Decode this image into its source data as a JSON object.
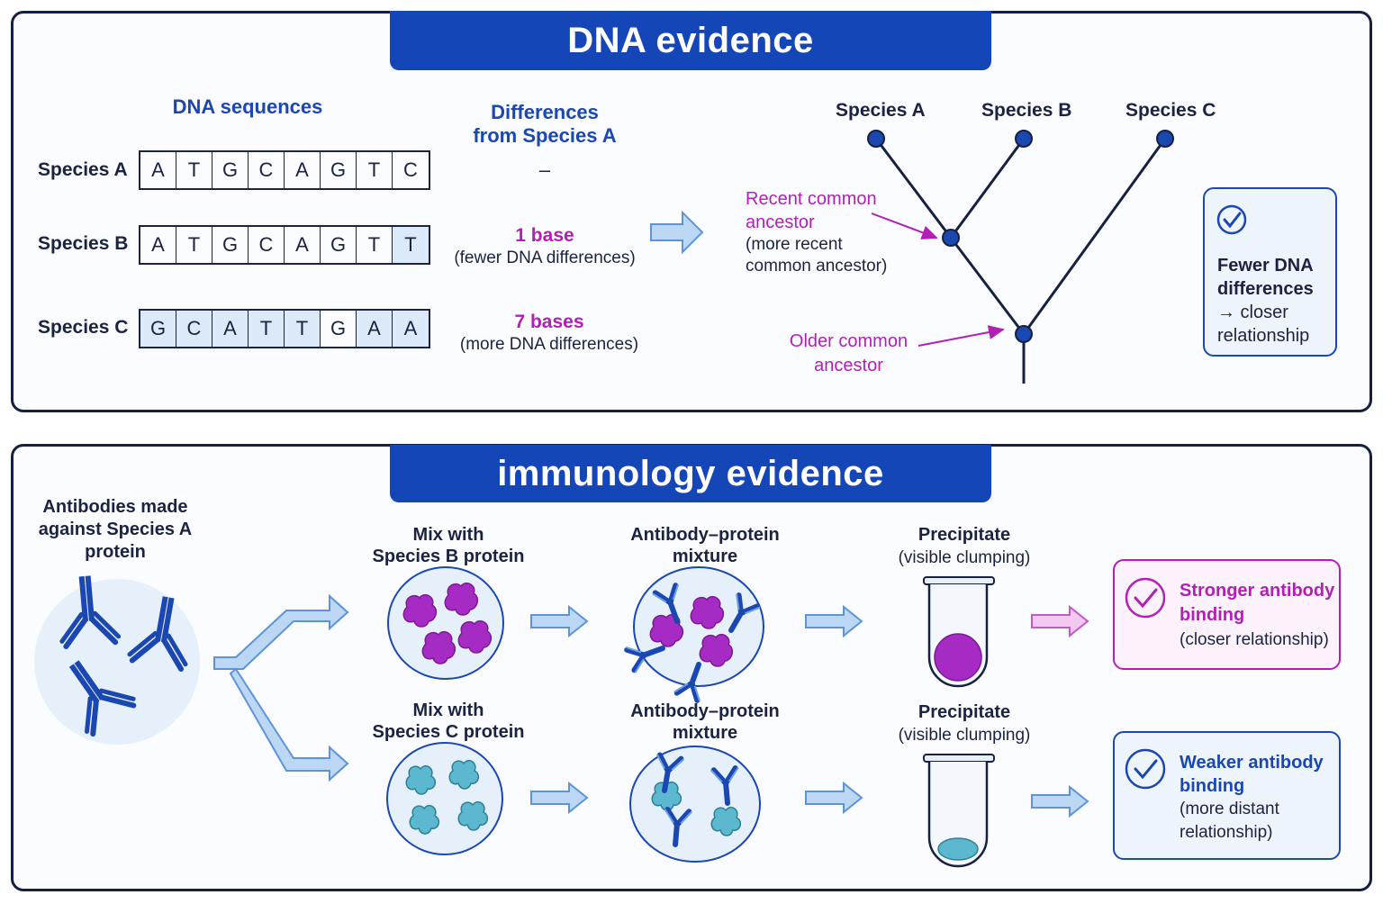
{
  "dna": {
    "title": "DNA evidence",
    "sequences_heading": "DNA sequences",
    "differences_heading_line1": "Differences",
    "differences_heading_line2": "from Species A",
    "rows": [
      {
        "species": "Species A",
        "bases": [
          "A",
          "T",
          "G",
          "C",
          "A",
          "G",
          "T",
          "C"
        ],
        "diff": [
          false,
          false,
          false,
          false,
          false,
          false,
          false,
          false
        ],
        "difference": "–",
        "note": ""
      },
      {
        "species": "Species B",
        "bases": [
          "A",
          "T",
          "G",
          "C",
          "A",
          "G",
          "T",
          "T"
        ],
        "diff": [
          false,
          false,
          false,
          false,
          false,
          false,
          false,
          true
        ],
        "difference": "1 base",
        "note": "(fewer DNA differences)"
      },
      {
        "species": "Species C",
        "bases": [
          "G",
          "C",
          "A",
          "T",
          "T",
          "G",
          "A",
          "A"
        ],
        "diff": [
          true,
          true,
          true,
          true,
          true,
          false,
          true,
          true
        ],
        "difference": "7 bases",
        "note": "(more DNA differences)"
      }
    ],
    "tree": {
      "leaves": [
        "Species A",
        "Species B",
        "Species C"
      ],
      "recent_line1": "Recent common",
      "recent_line2": "ancestor",
      "recent_note_line1": "(more recent",
      "recent_note_line2": "common ancestor)",
      "older_line1": "Older common",
      "older_line2": "ancestor"
    },
    "conclusion_line1": "Fewer DNA",
    "conclusion_line2": "differences",
    "conclusion_line3": "→ closer",
    "conclusion_line4": "relationship"
  },
  "immunology": {
    "title": "immunology evidence",
    "antibodies_line1": "Antibodies made",
    "antibodies_line2": "against Species A",
    "antibodies_line3": "protein",
    "rows": [
      {
        "mix_line1": "Mix with",
        "mix_line2": "Species B protein",
        "mixture_line1": "Antibody–protein",
        "mixture_line2": "mixture",
        "precip_line1": "Precipitate",
        "precip_line2": "(visible clumping)",
        "result_line1": "Stronger antibody",
        "result_line2": "binding",
        "result_line3": "(closer relationship)",
        "result_line4": ""
      },
      {
        "mix_line1": "Mix with",
        "mix_line2": "Species C protein",
        "mixture_line1": "Antibody–protein",
        "mixture_line2": "mixture",
        "precip_line1": "Precipitate",
        "precip_line2": "(visible clumping)",
        "result_line1": "Weaker antibody",
        "result_line2": "binding",
        "result_line3": "(more distant",
        "result_line4": "relationship)"
      }
    ]
  },
  "colors": {
    "navy": "#1b2340",
    "blue": "#1546b8",
    "magenta": "#b31fb5",
    "purple_protein": "#a62bc4",
    "teal_protein": "#5bb8cf",
    "light_blue_fill": "#e6f0fb"
  }
}
